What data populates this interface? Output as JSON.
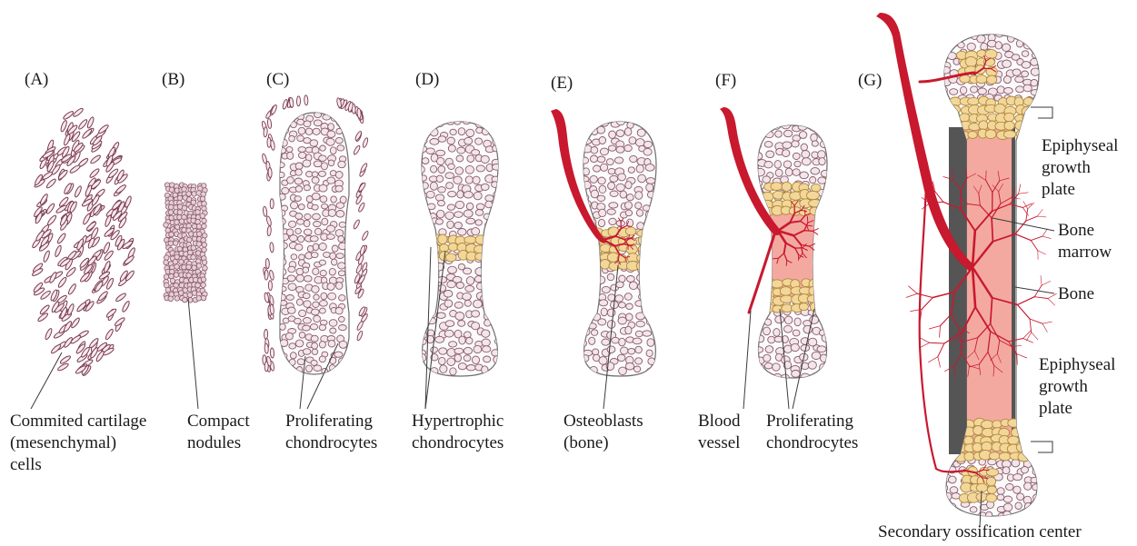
{
  "panels": [
    {
      "letter": "(A)",
      "caption": [
        "Commited cartilage",
        "(mesenchymal)",
        "cells"
      ]
    },
    {
      "letter": "(B)",
      "caption": [
        "Compact",
        "nodules"
      ]
    },
    {
      "letter": "(C)",
      "caption": [
        "Proliferating",
        "chondrocytes"
      ]
    },
    {
      "letter": "(D)",
      "caption": [
        "Hypertrophic",
        "chondrocytes"
      ]
    },
    {
      "letter": "(E)",
      "caption": [
        "Osteoblasts",
        "(bone)"
      ]
    },
    {
      "letter": "(F)",
      "caption_left": [
        "Blood",
        "vessel"
      ],
      "caption": [
        "Proliferating",
        "chondrocytes"
      ]
    },
    {
      "letter": "(G)",
      "labels": {
        "epiphyseal_top": [
          "Epiphyseal",
          "growth",
          "plate"
        ],
        "bone_marrow": [
          "Bone",
          "marrow"
        ],
        "bone": "Bone",
        "epiphyseal_bottom": [
          "Epiphyseal",
          "growth",
          "plate"
        ],
        "secondary": "Secondary ossification center"
      }
    }
  ],
  "colors": {
    "outline": "#6f6f6f",
    "cell_fill": "#f2e6ea",
    "cell_stroke": "#8a5a6a",
    "hypertrophic_fill": "#f3d79a",
    "hypertrophic_stroke": "#b08a3c",
    "vessel": "#c8192e",
    "marrow": "#f4a9a0",
    "bone_collar": "#555555",
    "mesenchymal_stroke": "#7a3b50"
  }
}
